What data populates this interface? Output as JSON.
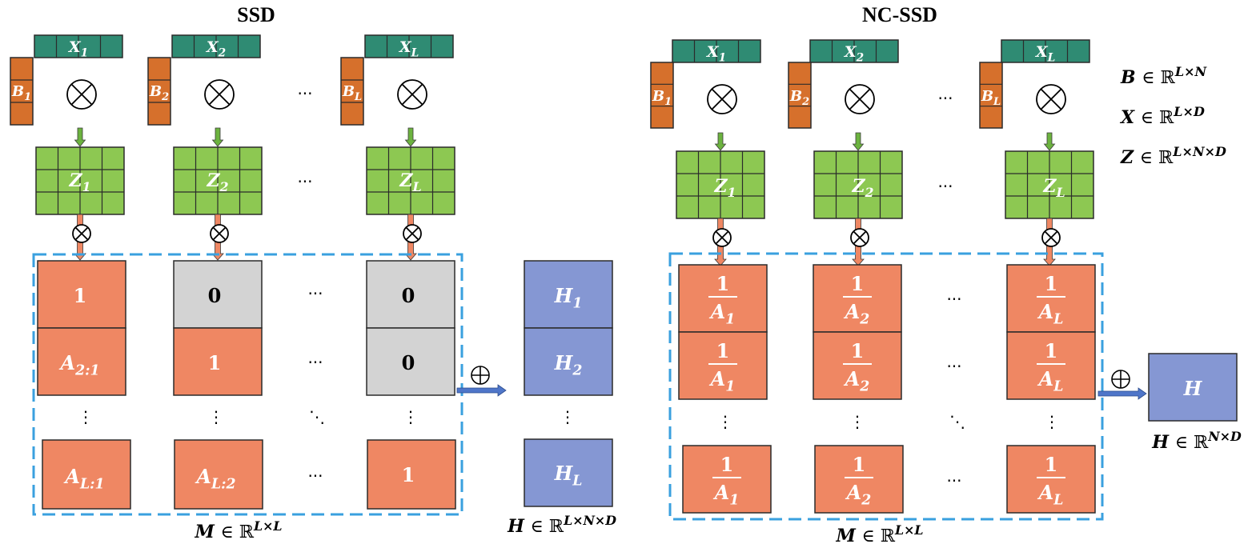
{
  "titles": {
    "left": "SSD",
    "right": "NC-SSD"
  },
  "colors": {
    "x_teal": "#2f8b73",
    "b_orange": "#d6702c",
    "z_green": "#8dc852",
    "m_salmon": "#ef8763",
    "m_gray": "#d3d3d3",
    "h_blue": "#8597d3",
    "dash_blue": "#3aa0df",
    "arrow_pink": "#ef8763",
    "arrow_green": "#6cb33f",
    "arrow_blue": "#4f76c9"
  },
  "ssd": {
    "x_labels": [
      "X",
      "X",
      "X"
    ],
    "x_subs": [
      "1",
      "2",
      "L"
    ],
    "b_labels": [
      "B",
      "B",
      "B"
    ],
    "b_subs": [
      "1",
      "2",
      "L"
    ],
    "z_labels": [
      "Z",
      "Z",
      "Z"
    ],
    "z_subs": [
      "1",
      "2",
      "L"
    ],
    "otimes": "⊗",
    "hdots": "···",
    "vdots": "⋮",
    "ddots": "⋱",
    "matrix": {
      "row1": [
        "1",
        "0",
        "0"
      ],
      "row2": {
        "c1_main": "A",
        "c1_sub": "2:1",
        "c2": "1",
        "c3": "0"
      },
      "rowL": {
        "c1_main": "A",
        "c1_sub": "L:1",
        "c2_main": "A",
        "c2_sub": "L:2",
        "c3": "1"
      }
    },
    "h_labels": {
      "main": "H",
      "subs": [
        "1",
        "2",
        "L"
      ]
    },
    "oplus": "⊕",
    "m_caption": {
      "sym": "M",
      "in": "∈",
      "space": "ℝ",
      "sup": "L×L"
    },
    "h_caption": {
      "sym": "H",
      "in": "∈",
      "space": "ℝ",
      "sup": "L×N×D"
    }
  },
  "ncssd": {
    "x_labels": [
      "X",
      "X",
      "X"
    ],
    "x_subs": [
      "1",
      "2",
      "L"
    ],
    "b_labels": [
      "B",
      "B",
      "B"
    ],
    "b_subs": [
      "1",
      "2",
      "L"
    ],
    "z_labels": [
      "Z",
      "Z",
      "Z"
    ],
    "z_subs": [
      "1",
      "2",
      "L"
    ],
    "frac_num": "1",
    "frac_den": "A",
    "frac_subs": [
      "1",
      "2",
      "L"
    ],
    "h_label": "H",
    "oplus": "⊕",
    "m_caption": {
      "sym": "M",
      "in": "∈",
      "space": "ℝ",
      "sup": "L×L"
    },
    "h_caption": {
      "sym": "H",
      "in": "∈",
      "space": "ℝ",
      "sup": "N×D"
    }
  },
  "legend": [
    {
      "sym": "B",
      "in": "∈",
      "space": "ℝ",
      "sup": "L×N"
    },
    {
      "sym": "X",
      "in": "∈",
      "space": "ℝ",
      "sup": "L×D"
    },
    {
      "sym": "Z",
      "in": "∈",
      "space": "ℝ",
      "sup": "L×N×D"
    }
  ]
}
